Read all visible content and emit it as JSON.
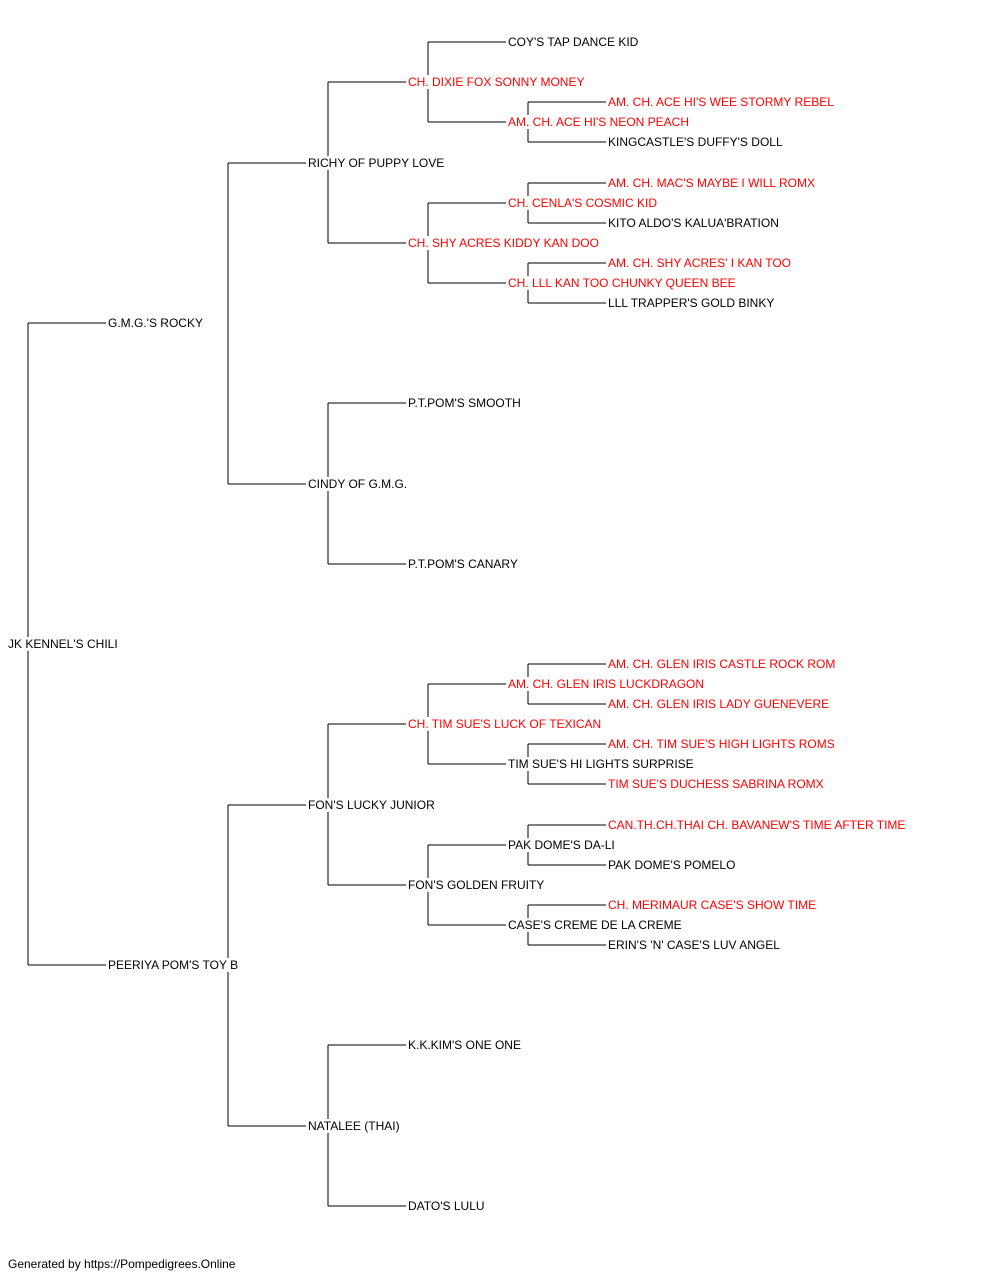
{
  "colors": {
    "line": "#000000",
    "normal_text": "#000000",
    "champion_text": "#ff0000"
  },
  "pedigree": {
    "name": "JK KENNEL'S CHILI",
    "champion": false,
    "sire": {
      "name": "G.M.G.'S ROCKY",
      "champion": false,
      "sire": {
        "name": "RICHY OF PUPPY LOVE",
        "champion": false,
        "sire": {
          "name": "CH. DIXIE FOX SONNY MONEY",
          "champion": true,
          "sire": {
            "name": "COY'S TAP DANCE KID",
            "champion": false
          },
          "dam": {
            "name": "AM. CH. ACE HI'S NEON PEACH",
            "champion": true,
            "sire": {
              "name": "AM. CH. ACE HI'S WEE STORMY REBEL",
              "champion": true
            },
            "dam": {
              "name": "KINGCASTLE'S DUFFY'S DOLL",
              "champion": false
            }
          }
        },
        "dam": {
          "name": "CH. SHY ACRES KIDDY KAN DOO",
          "champion": true,
          "sire": {
            "name": "CH. CENLA'S COSMIC KID",
            "champion": true,
            "sire": {
              "name": "AM. CH. MAC'S MAYBE I WILL ROMX",
              "champion": true
            },
            "dam": {
              "name": "KITO ALDO'S KALUA'BRATION",
              "champion": false
            }
          },
          "dam": {
            "name": "CH. LLL KAN TOO CHUNKY QUEEN BEE",
            "champion": true,
            "sire": {
              "name": "AM. CH. SHY ACRES' I KAN TOO",
              "champion": true
            },
            "dam": {
              "name": "LLL TRAPPER'S GOLD BINKY",
              "champion": false
            }
          }
        }
      },
      "dam": {
        "name": "CINDY OF G.M.G.",
        "champion": false,
        "sire": {
          "name": "P.T.POM'S SMOOTH",
          "champion": false
        },
        "dam": {
          "name": "P.T.POM'S CANARY",
          "champion": false
        }
      }
    },
    "dam": {
      "name": "PEERIYA POM'S TOY B",
      "champion": false,
      "sire": {
        "name": "FON'S LUCKY JUNIOR",
        "champion": false,
        "sire": {
          "name": "CH. TIM SUE'S LUCK OF TEXICAN",
          "champion": true,
          "sire": {
            "name": "AM. CH. GLEN IRIS LUCKDRAGON",
            "champion": true,
            "sire": {
              "name": "AM. CH. GLEN IRIS CASTLE ROCK ROM",
              "champion": true
            },
            "dam": {
              "name": "AM. CH. GLEN IRIS LADY GUENEVERE",
              "champion": true
            }
          },
          "dam": {
            "name": "TIM SUE'S HI LIGHTS SURPRISE",
            "champion": false,
            "sire": {
              "name": "AM. CH. TIM SUE'S HIGH LIGHTS ROMS",
              "champion": true
            },
            "dam": {
              "name": "TIM SUE'S DUCHESS SABRINA ROMX",
              "champion": true
            }
          }
        },
        "dam": {
          "name": "FON'S GOLDEN FRUITY",
          "champion": false,
          "sire": {
            "name": "PAK DOME'S DA-LI",
            "champion": false,
            "sire": {
              "name": "CAN.TH.CH.THAI CH. BAVANEW'S TIME AFTER TIME",
              "champion": true
            },
            "dam": {
              "name": "PAK DOME'S POMELO",
              "champion": false
            }
          },
          "dam": {
            "name": "CASE'S CREME DE LA CREME",
            "champion": false,
            "sire": {
              "name": "CH. MERIMAUR CASE'S SHOW TIME",
              "champion": true
            },
            "dam": {
              "name": "ERIN'S 'N' CASE'S LUV ANGEL",
              "champion": false
            }
          }
        }
      },
      "dam": {
        "name": "NATALEE (THAI)",
        "champion": false,
        "sire": {
          "name": "K.K.KIM'S ONE ONE",
          "champion": false
        },
        "dam": {
          "name": "DATO'S LULU",
          "champion": false
        }
      }
    }
  },
  "footer": "Generated by https://Pompedigrees.Online"
}
